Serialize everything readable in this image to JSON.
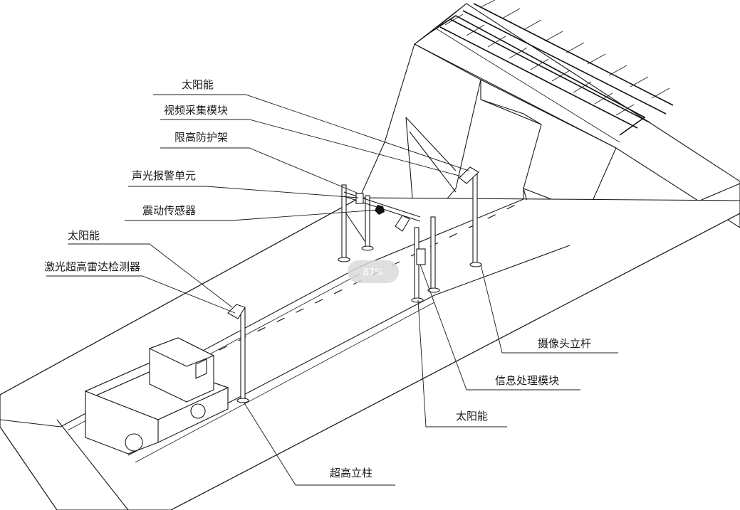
{
  "labels": {
    "solar_top": "太阳能",
    "video_module": "视频采集模块",
    "height_limit_frame": "限高防护架",
    "sound_light_alarm": "声光报警单元",
    "vibration_sensor": "震动传感器",
    "solar_left": "太阳能",
    "laser_radar": "激光超高雷达检测器",
    "camera_pole": "摄像头立杆",
    "info_module": "信息处理模块",
    "solar_bottom": "太阳能",
    "height_column": "超高立柱"
  },
  "overlay": {
    "zoom_level": "87%"
  }
}
